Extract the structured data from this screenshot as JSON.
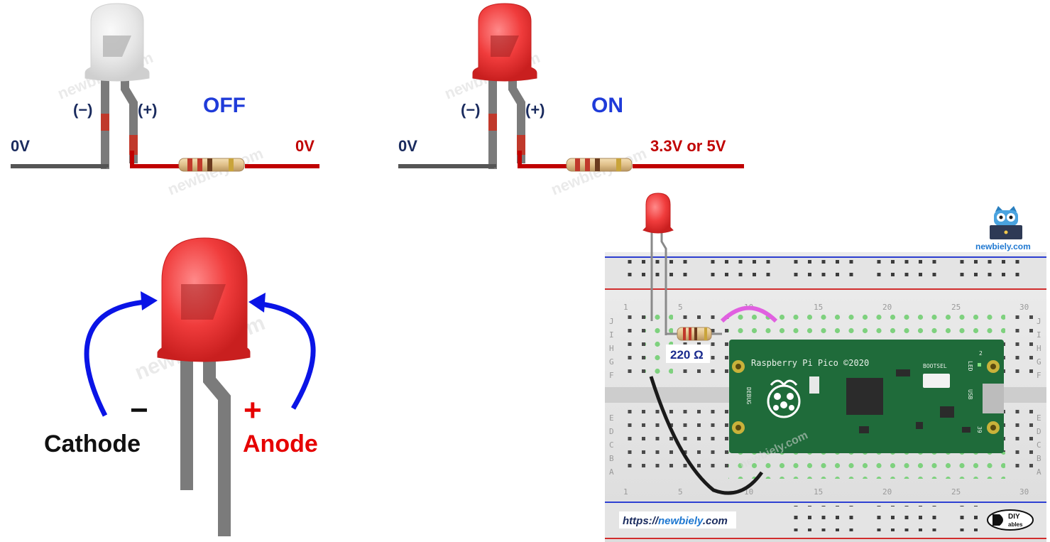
{
  "off_circuit": {
    "state_label": "OFF",
    "cathode_sign": "(−)",
    "anode_sign": "(+)",
    "left_voltage": "0V",
    "right_voltage": "0V"
  },
  "on_circuit": {
    "state_label": "ON",
    "cathode_sign": "(−)",
    "anode_sign": "(+)",
    "left_voltage": "0V",
    "right_voltage": "3.3V or 5V"
  },
  "led_pinout": {
    "minus_sign": "−",
    "plus_sign": "+",
    "cathode_label": "Cathode",
    "anode_label": "Anode"
  },
  "breadboard": {
    "resistor_label": "220 Ω",
    "board_name": "Raspberry Pi Pico ©2020",
    "bootsel_label": "BOOTSEL",
    "debug_label": "DEBUG",
    "usb_label": "USB",
    "led_label": "LED",
    "pin2_label": "2",
    "pin39_label": "39",
    "col_numbers": [
      "1",
      "5",
      "10",
      "15",
      "20",
      "25",
      "30"
    ],
    "row_letters_top": [
      "J",
      "I",
      "H",
      "G",
      "F"
    ],
    "row_letters_bottom": [
      "E",
      "D",
      "C",
      "B",
      "A"
    ],
    "url_prefix": "https://",
    "url_domain": "newbiely",
    "url_suffix": ".com",
    "brand_logo_text": "newbiely.com",
    "diy_logo_line1": "DIY",
    "diy_logo_line2": "ables"
  },
  "watermark": "newbiely.com",
  "colors": {
    "label_navy": "#1a2b5e",
    "label_blue": "#1f3bd9",
    "voltage_red": "#c00000",
    "arrow_blue": "#0a14e6",
    "anode_red": "#e60000",
    "wire_gray": "#555555",
    "wire_red": "#c00000",
    "led_red": "#f03c3c",
    "pico_green": "#1f6b3a"
  }
}
